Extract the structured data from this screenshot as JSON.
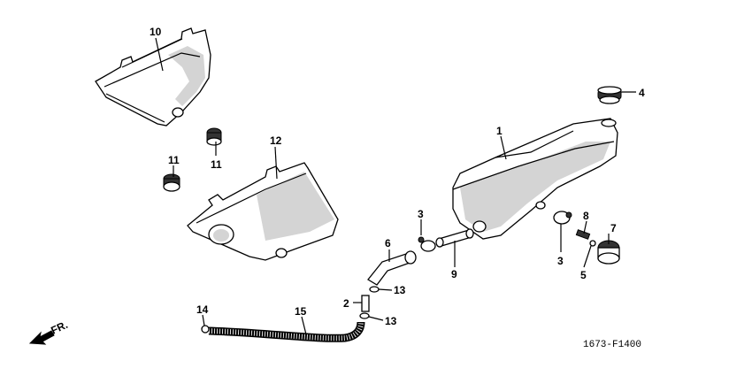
{
  "diagram": {
    "callouts": {
      "c1": "1",
      "c2": "2",
      "c3a": "3",
      "c3b": "3",
      "c4": "4",
      "c5": "5",
      "c6": "6",
      "c7": "7",
      "c8": "8",
      "c9": "9",
      "c10": "10",
      "c11a": "11",
      "c11b": "11",
      "c12": "12",
      "c13a": "13",
      "c13b": "13",
      "c14": "14",
      "c15": "15"
    },
    "direction_label": "FR.",
    "figure_code": "1673-F1400"
  }
}
